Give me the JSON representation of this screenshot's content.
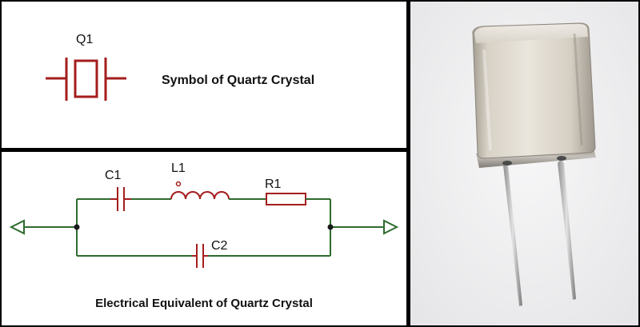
{
  "symbol_panel": {
    "component_label": "Q1",
    "caption": "Symbol of Quartz Crystal"
  },
  "equivalent_panel": {
    "labels": {
      "c1": "C1",
      "l1": "L1",
      "r1": "R1",
      "c2": "C2"
    },
    "caption": "Electrical Equivalent of Quartz Crystal"
  },
  "colors": {
    "component": "#a41d1d",
    "wire": "#2f6b2f",
    "frame": "#000000"
  }
}
